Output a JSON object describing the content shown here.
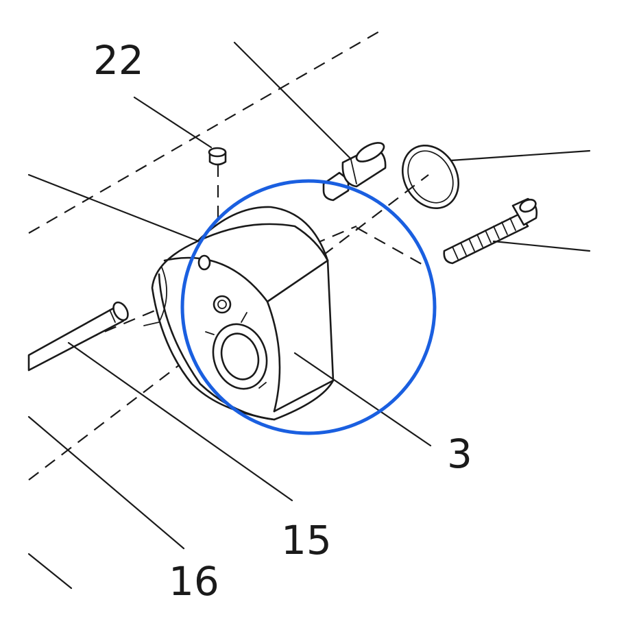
{
  "callouts": {
    "part_22": "22",
    "part_3": "3",
    "part_15": "15",
    "part_16": "16"
  },
  "colors": {
    "highlight_circle": "#1a5fe0",
    "line_art": "#1a1a1a",
    "background": "#ffffff"
  }
}
